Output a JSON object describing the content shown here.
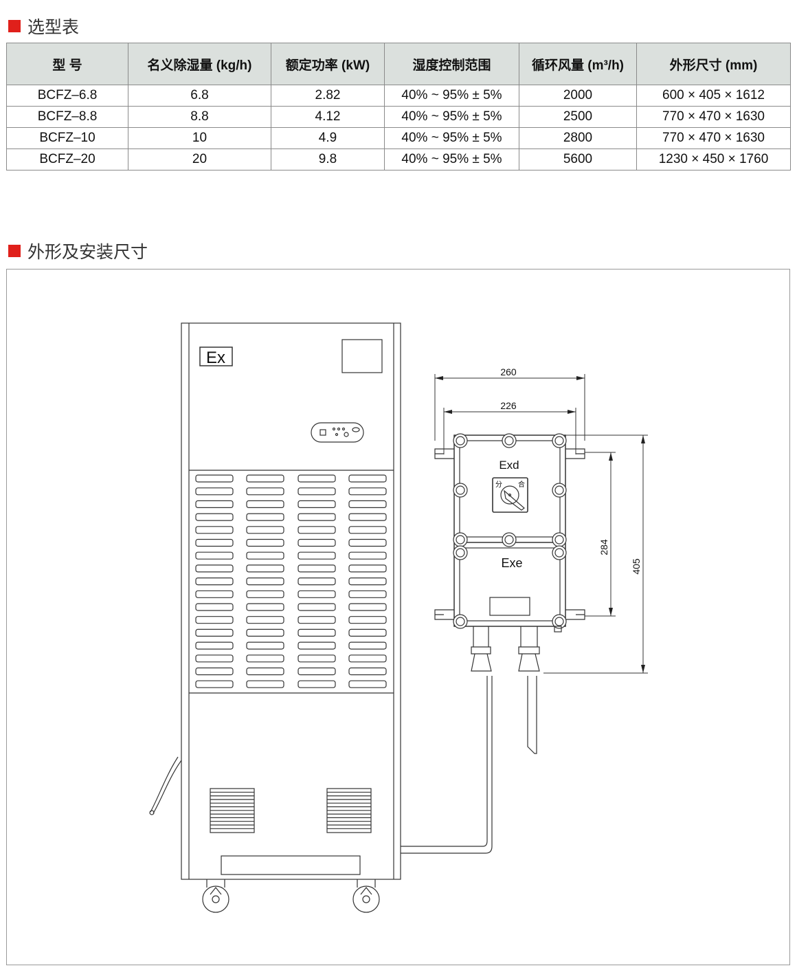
{
  "sections": {
    "selection_title": "选型表",
    "dimension_title": "外形及安装尺寸"
  },
  "table": {
    "headers": [
      "型 号",
      "名义除湿量 (kg/h)",
      "额定功率 (kW)",
      "湿度控制范围",
      "循环风量 (m³/h)",
      "外形尺寸 (mm)"
    ],
    "rows": [
      [
        "BCFZ–6.8",
        "6.8",
        "2.82",
        "40% ~ 95% ± 5%",
        "2000",
        "600 × 405 × 1612"
      ],
      [
        "BCFZ–8.8",
        "8.8",
        "4.12",
        "40% ~ 95% ± 5%",
        "2500",
        "770 × 470 × 1630"
      ],
      [
        "BCFZ–10",
        "10",
        "4.9",
        "40% ~ 95% ± 5%",
        "2800",
        "770 × 470 × 1630"
      ],
      [
        "BCFZ–20",
        "20",
        "9.8",
        "40% ~ 95% ± 5%",
        "5600",
        "1230 × 450 × 1760"
      ]
    ]
  },
  "drawing": {
    "ex_label": "Ex",
    "exd_label": "Exd",
    "exe_label": "Exe",
    "switch_off": "分",
    "switch_on": "合",
    "dim_outer_width": "260",
    "dim_inner_width": "226",
    "dim_mount_height": "284",
    "dim_total_height": "405"
  },
  "colors": {
    "accent": "#e0201b",
    "header_bg": "#dbe0dd"
  }
}
